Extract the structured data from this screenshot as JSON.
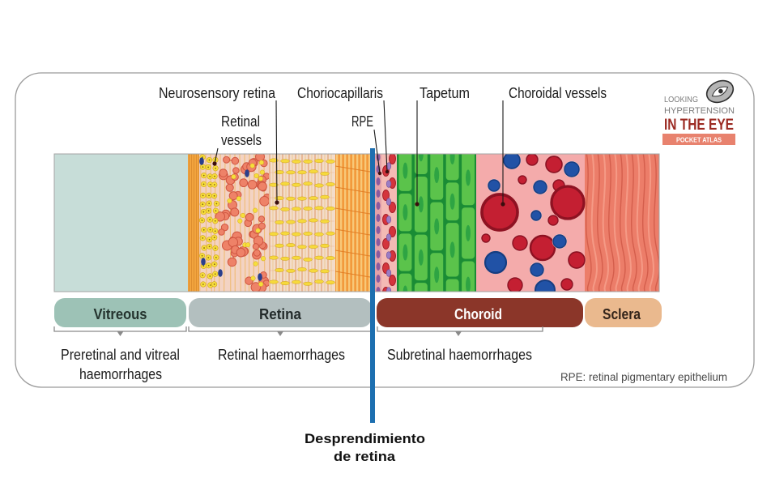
{
  "diagram": {
    "labels": {
      "neurosensory_retina": "Neurosensory retina",
      "retinal_vessels": [
        "Retinal",
        "vessels"
      ],
      "choriocapillaris": "Choriocapillaris",
      "rpe": "RPE",
      "tapetum": "Tapetum",
      "choroidal_vessels": "Choroidal vessels"
    },
    "layers": [
      {
        "name": "Vitreous",
        "color": "#9dc2b6",
        "text_color": "#24332e"
      },
      {
        "name": "Retina",
        "color": "#b3bfbf",
        "text_color": "#232b2b"
      },
      {
        "name": "Choroid",
        "color": "#8b3629",
        "text_color": "#ffffff"
      },
      {
        "name": "Sclera",
        "color": "#eab98e",
        "text_color": "#33241a"
      }
    ],
    "haemorrhages": {
      "preretinal": [
        "Preretinal and vitreal",
        "haemorrhages"
      ],
      "retinal": "Retinal haemorrhages",
      "subretinal": "Subretinal haemorrhages"
    },
    "footnote": "RPE: retinal pigmentary epithelium"
  },
  "logo": {
    "line1": "LOOKING",
    "line2": "HYPERTENSION",
    "line3": "IN THE EYE",
    "band": "POCKET ATLAS"
  },
  "annotation": {
    "lines": [
      "Desprendimiento",
      "de retina"
    ],
    "line_color": "#1d6fb0"
  }
}
